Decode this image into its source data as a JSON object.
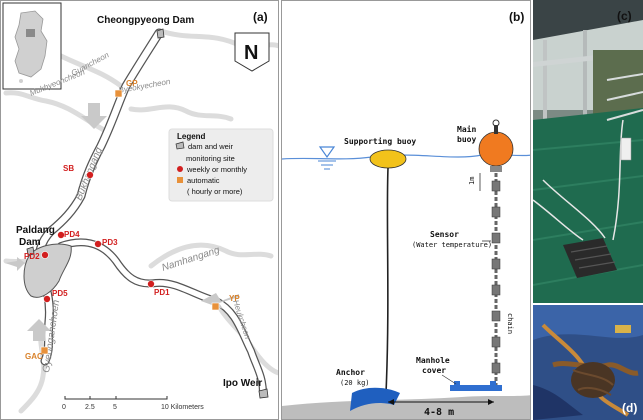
{
  "panel_a": {
    "label": "(a)",
    "north": "N",
    "dams": {
      "cheongpyeong": "Cheongpyeong Dam",
      "paldang_1": "Paldang",
      "paldang_2": "Dam",
      "ipo": "Ipo Weir"
    },
    "rivers": {
      "guancheon": "Guancheon",
      "mukhyeoncheon": "Mukhyeoncheon",
      "byeokyecheon": "Byeokyecheon",
      "bukhangang": "Bukhangang",
      "namhangang": "Namhangang",
      "heukcheon": "Heukcheon",
      "gyeonganchoen": "Gyeonganchoen"
    },
    "sites": {
      "sb": "SB",
      "pd4": "PD4",
      "pd3": "PD3",
      "pd2": "PD2",
      "pd5": "PD5",
      "pd1": "PD1"
    },
    "auto_sites": {
      "gp": "GP",
      "yp": "YP",
      "gac": "GAC"
    },
    "legend": {
      "title": "Legend",
      "dam": "dam and weir",
      "site_title": "monitoring site",
      "weekly": "weekly or monthly",
      "automatic": "automatic",
      "hourly": "( hourly or more)"
    },
    "scale": {
      "t0": "0",
      "t1": "2.5",
      "t2": "5",
      "t3": "10 Kilometers"
    },
    "colors": {
      "site": "#d21f1f",
      "auto": "#e8913a",
      "river": "#d9d9d9"
    }
  },
  "panel_b": {
    "label": "(b)",
    "supporting_buoy": "Supporting buoy",
    "main_buoy_1": "Main",
    "main_buoy_2": "buoy",
    "one_m": "1m",
    "sensor": "Sensor",
    "sensor_sub": "(Water temperature)",
    "chain": "chain",
    "anchor": "Anchor",
    "anchor_weight": "(20 kg)",
    "manhole_1": "Manhole",
    "manhole_2": "cover",
    "distance": "4-8 m",
    "colors": {
      "supporting_buoy": "#f2c21a",
      "main_buoy": "#f07a20",
      "anchor": "#1f5fbf",
      "manhole": "#2f6fd0"
    }
  },
  "panel_c": {
    "label": "(c)"
  },
  "panel_d": {
    "label": "(d)"
  }
}
